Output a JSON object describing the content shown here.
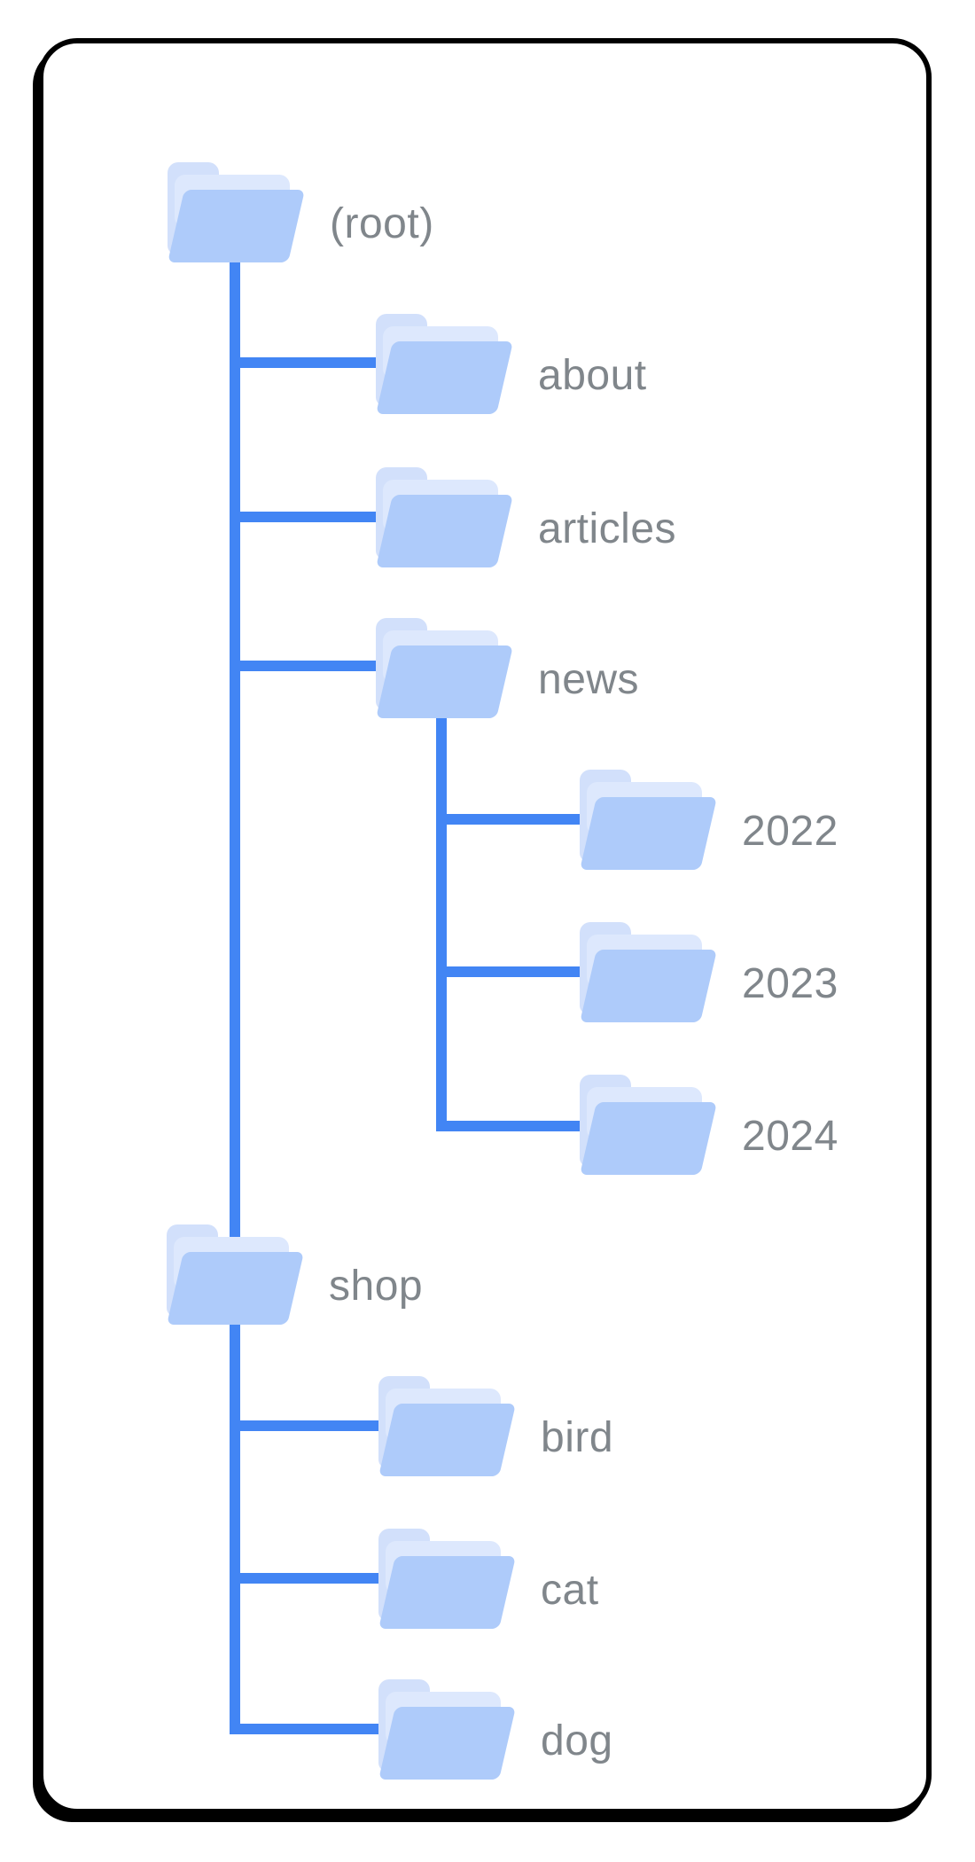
{
  "folder_tree": {
    "root": {
      "label": "(root)",
      "children": [
        {
          "label": "about"
        },
        {
          "label": "articles"
        },
        {
          "label": "news",
          "children": [
            {
              "label": "2022"
            },
            {
              "label": "2023"
            },
            {
              "label": "2024"
            }
          ]
        },
        {
          "label": "shop",
          "children": [
            {
              "label": "bird"
            },
            {
              "label": "cat"
            },
            {
              "label": "dog"
            }
          ]
        }
      ]
    }
  },
  "colors": {
    "connector": "#4285f4",
    "folder_front": "#aecbfa",
    "folder_back": "#d2e0fb",
    "folder_paper": "#dde8fd",
    "label_text": "#80868b",
    "card_border": "#000000"
  }
}
